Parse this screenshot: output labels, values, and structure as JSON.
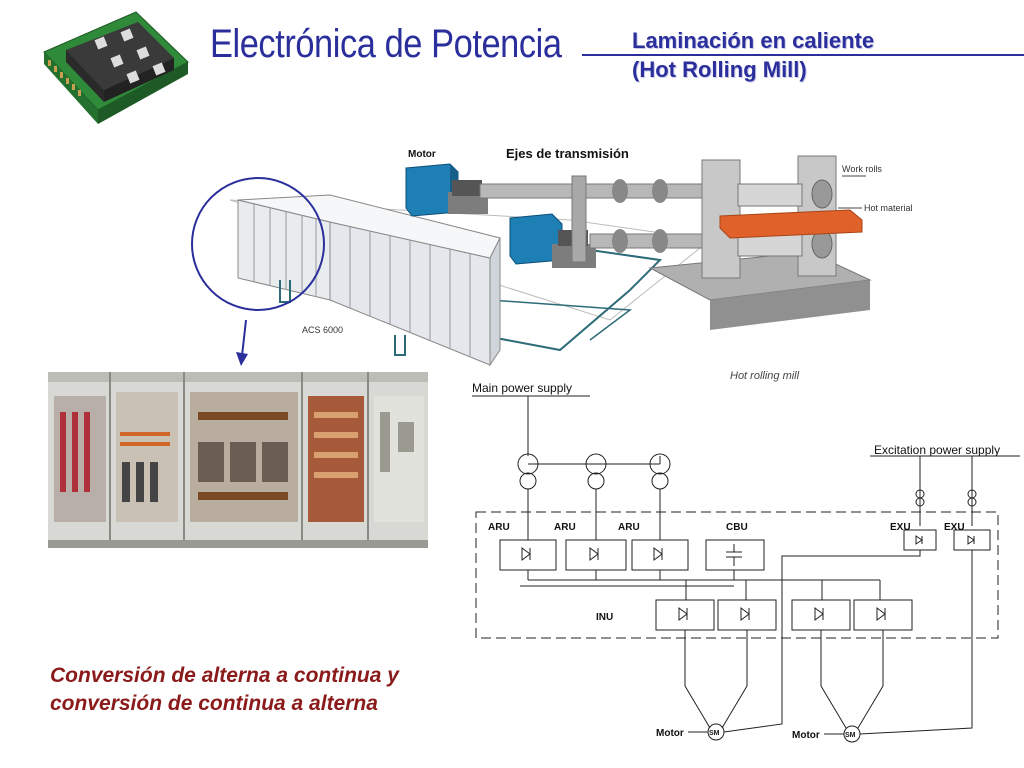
{
  "header": {
    "title": "Electrónica de Potencia",
    "subtitle_line1": "Laminación en caliente",
    "subtitle_line2": "(Hot Rolling Mill)"
  },
  "mill_illustration": {
    "motor_label": "Motor",
    "shafts_label": "Ejes de transmisión",
    "work_rolls_label": "Work rolls",
    "hot_material_label": "Hot material",
    "drive_label": "ACS 6000",
    "mill_caption": "Hot rolling mill"
  },
  "schematic": {
    "main_supply": "Main power supply",
    "excitation_supply": "Excitation power supply",
    "aru_labels": [
      "ARU",
      "ARU",
      "ARU"
    ],
    "cbu_label": "CBU",
    "exu_labels": [
      "EXU",
      "EXU"
    ],
    "inu_label": "INU",
    "motor_labels": [
      "Motor",
      "Motor"
    ],
    "sm_labels": [
      "SM",
      "SM"
    ]
  },
  "caption": {
    "line1": "Conversión de alterna a continua y",
    "line2": "conversión de continua a alterna"
  },
  "colors": {
    "title_blue": "#2b2f9c",
    "caption_red": "#8b1a1a",
    "motor_blue": "#1e7fb5",
    "hot_material_orange": "#e0622a"
  }
}
